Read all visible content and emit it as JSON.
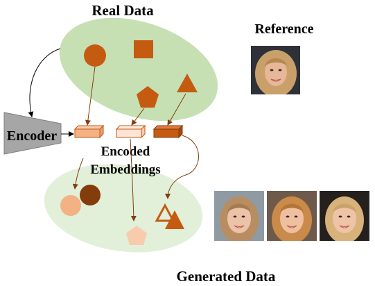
{
  "labels": {
    "real_data": "Real Data",
    "reference": "Reference",
    "encoder": "Encoder",
    "encoded_line1": "Encoded",
    "encoded_line2": "Embeddings",
    "generated_data": "Generated Data"
  },
  "colors": {
    "real_ellipse": "#c6e0b4",
    "generated_ellipse": "#e2efd9",
    "shape_dark": "#c55a11",
    "shape_light": "#f4b183",
    "shape_pale": "#f8cbad",
    "shape_brown": "#843c0c",
    "encoder_fill": "#a6a6a6",
    "arrow": "#843c0c"
  },
  "images": {
    "reference_face": "reference-face-photo",
    "generated_faces": [
      "generated-face-photo-1",
      "generated-face-photo-2",
      "generated-face-photo-3"
    ]
  }
}
